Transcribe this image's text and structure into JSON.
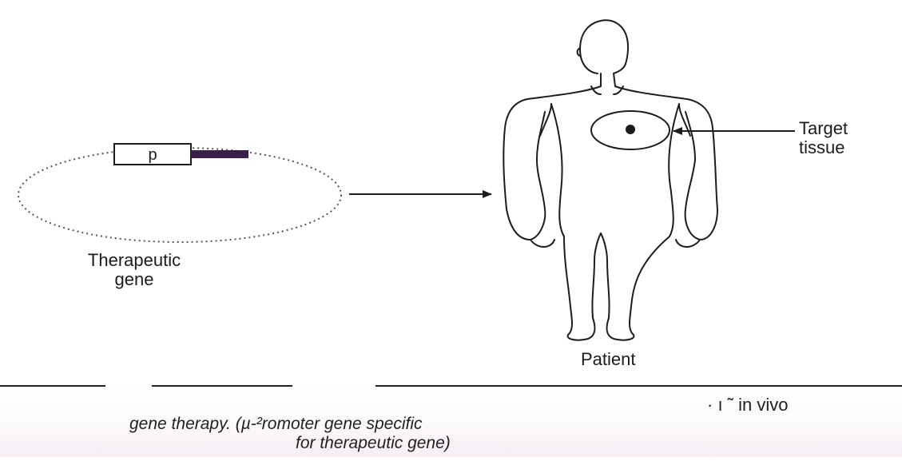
{
  "labels": {
    "promoter": "p",
    "therapeutic_gene_line1": "Therapeutic",
    "therapeutic_gene_line2": "gene",
    "target_line1": "Target",
    "target_line2": "tissue",
    "patient": "Patient"
  },
  "caption": {
    "line1": "· ı ˜ in vivo",
    "line2": "gene therapy. (µ-²romoter gene specific",
    "line3": "for therapeutic gene)"
  },
  "colors": {
    "ink": "#1c1c1c",
    "gene_bar": "#3a1f4a",
    "background": "#ffffff"
  }
}
